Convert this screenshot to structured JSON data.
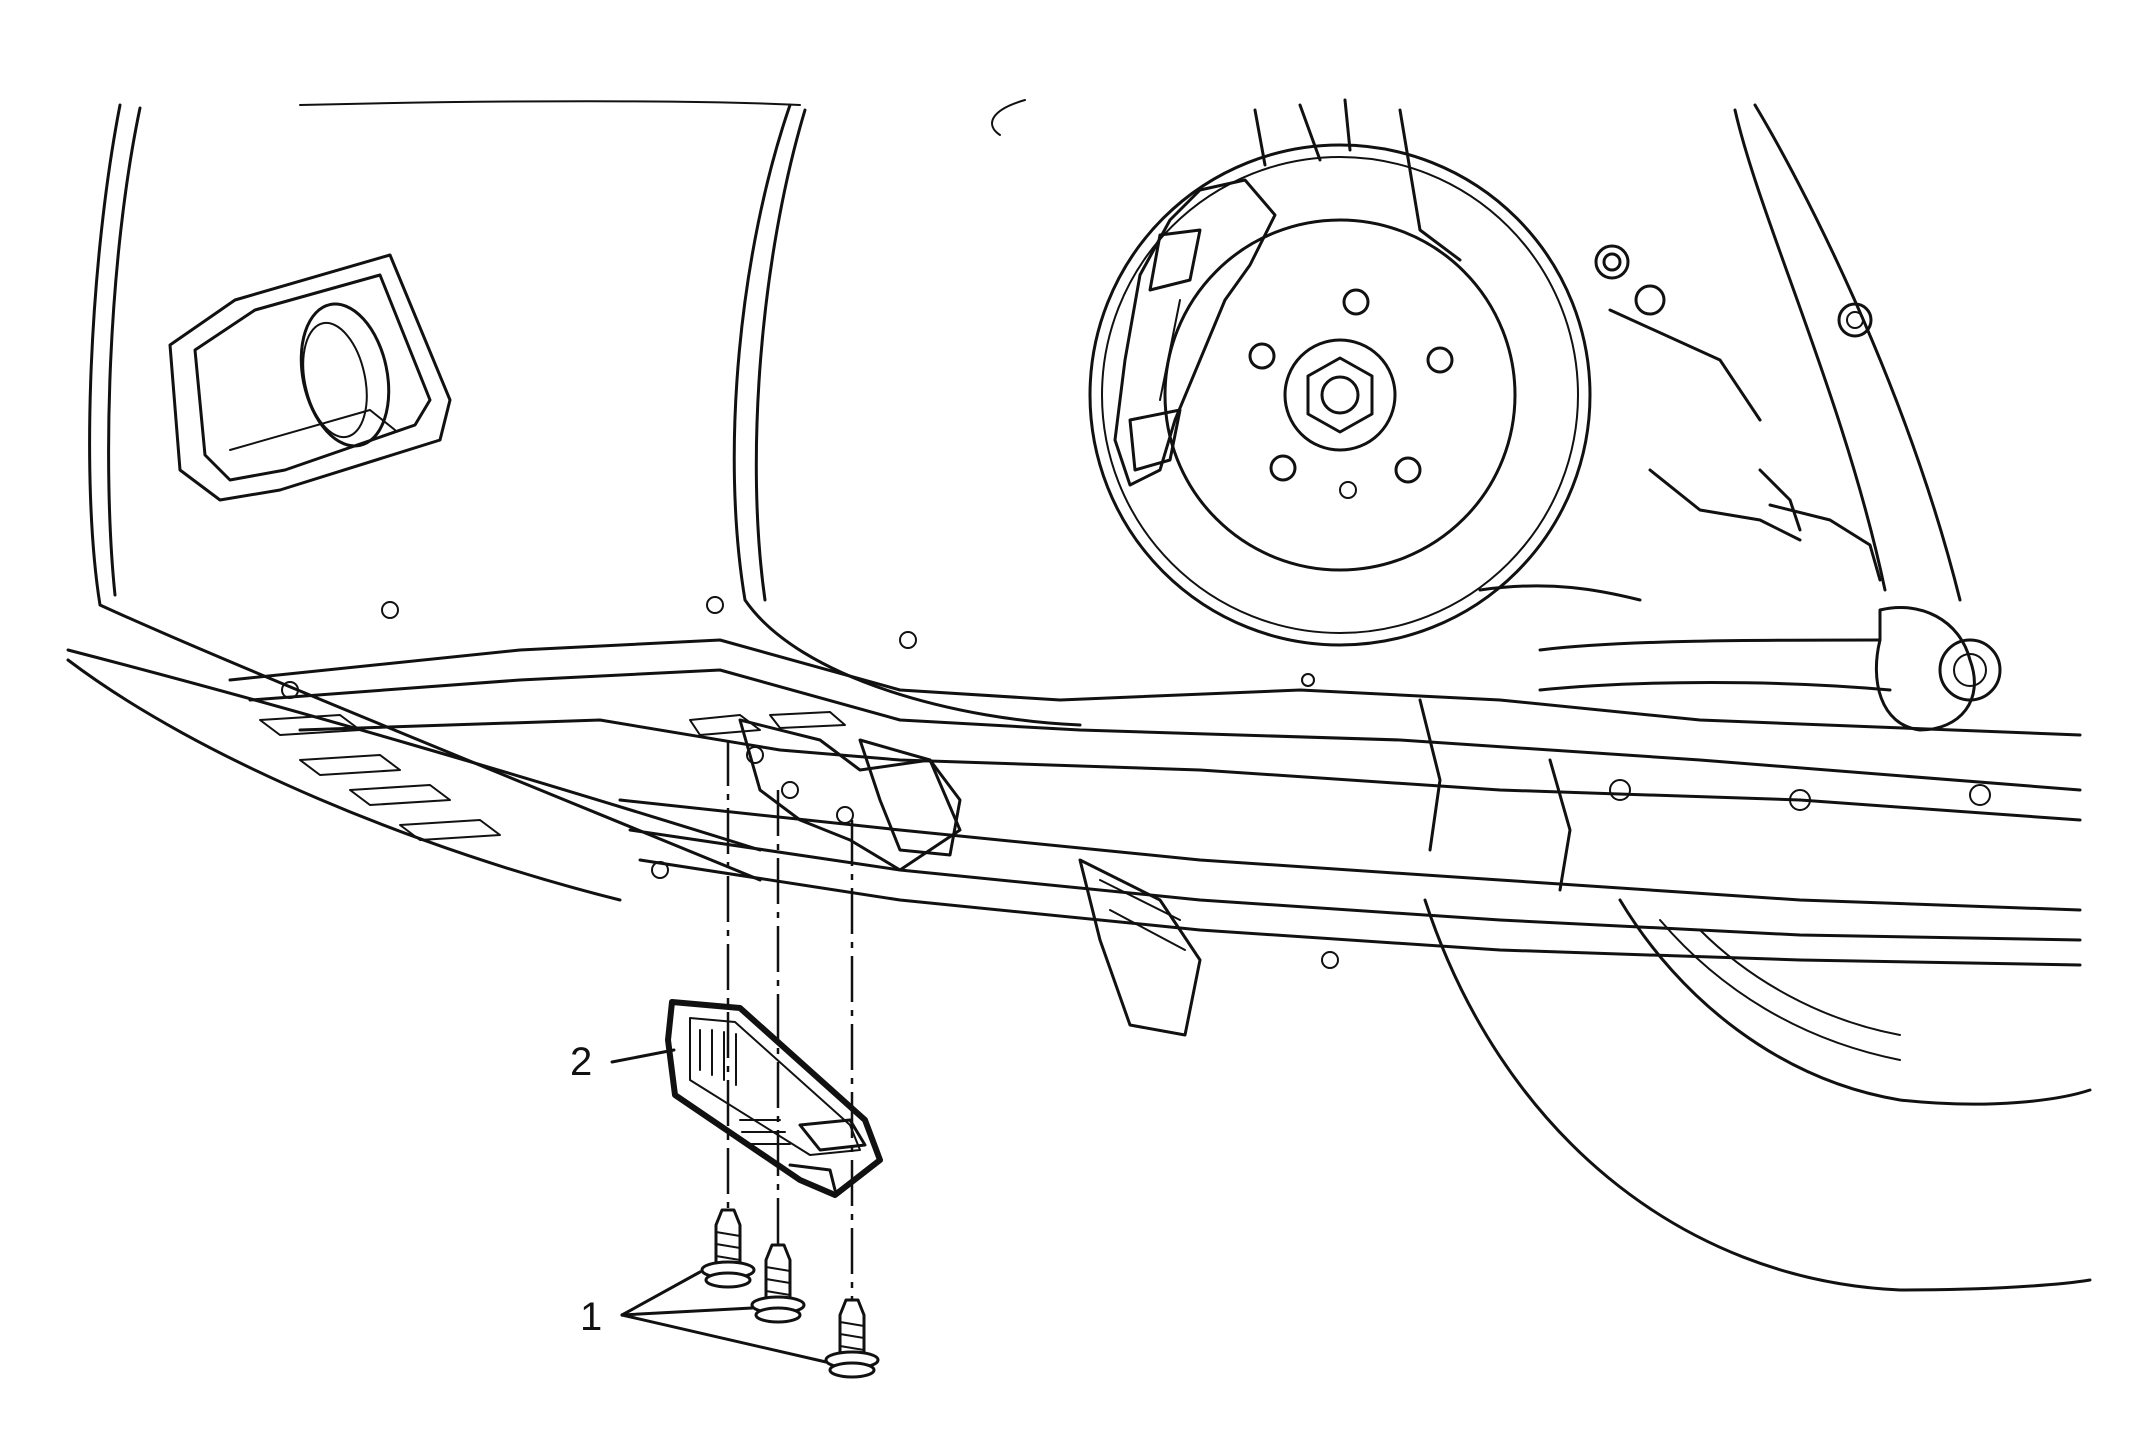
{
  "diagram": {
    "callouts": [
      {
        "id": "1",
        "text": "1",
        "part": "fasteners"
      },
      {
        "id": "2",
        "text": "2",
        "part": "deflector"
      }
    ],
    "colors": {
      "line": "#111111",
      "background": "#ffffff"
    }
  }
}
